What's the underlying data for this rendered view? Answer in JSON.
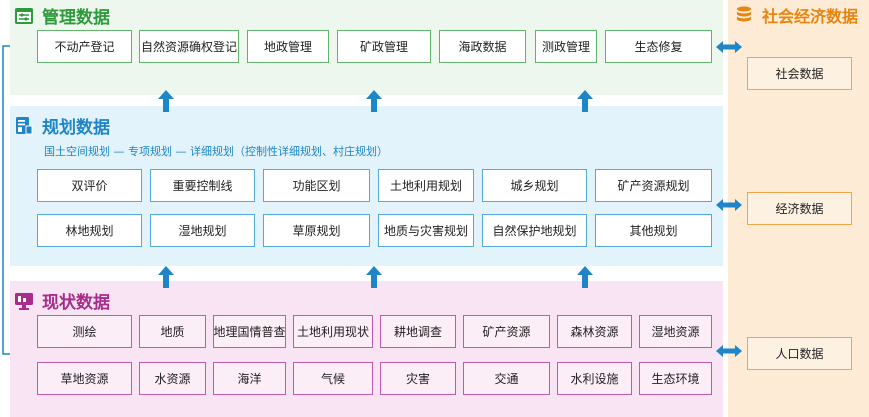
{
  "management": {
    "title": "管理数据",
    "items": [
      "不动产登记",
      "自然资源确权登记",
      "地政管理",
      "矿政管理",
      "海政数据",
      "测政管理",
      "生态修复"
    ]
  },
  "planning": {
    "title": "规划数据",
    "subtitle": "国土空间规划 — 专项规划 — 详细规划（控制性详细规划、村庄规划）",
    "row1": [
      "双评价",
      "重要控制线",
      "功能区划",
      "土地利用规划",
      "城乡规划",
      "矿产资源规划"
    ],
    "row2": [
      "林地规划",
      "湿地规划",
      "草原规划",
      "地质与灾害规划",
      "自然保护地规划",
      "其他规划"
    ]
  },
  "status": {
    "title": "现状数据",
    "row1": [
      "测绘",
      "地质",
      "地理国情普查",
      "土地利用现状",
      "耕地调查",
      "矿产资源",
      "森林资源",
      "湿地资源"
    ],
    "row2": [
      "草地资源",
      "水资源",
      "海洋",
      "气候",
      "灾害",
      "交通",
      "水利设施",
      "生态环境"
    ]
  },
  "social": {
    "title": "社会经济数据",
    "items": [
      "社会数据",
      "经济数据",
      "人口数据"
    ]
  },
  "colors": {
    "management": "#2e9a3c",
    "planning": "#1e86c8",
    "status": "#a82c8c",
    "social": "#e8850f"
  },
  "icons": {
    "management": "settings-panel-icon",
    "planning": "document-chart-icon",
    "status": "monitor-icon",
    "social": "database-icon"
  }
}
